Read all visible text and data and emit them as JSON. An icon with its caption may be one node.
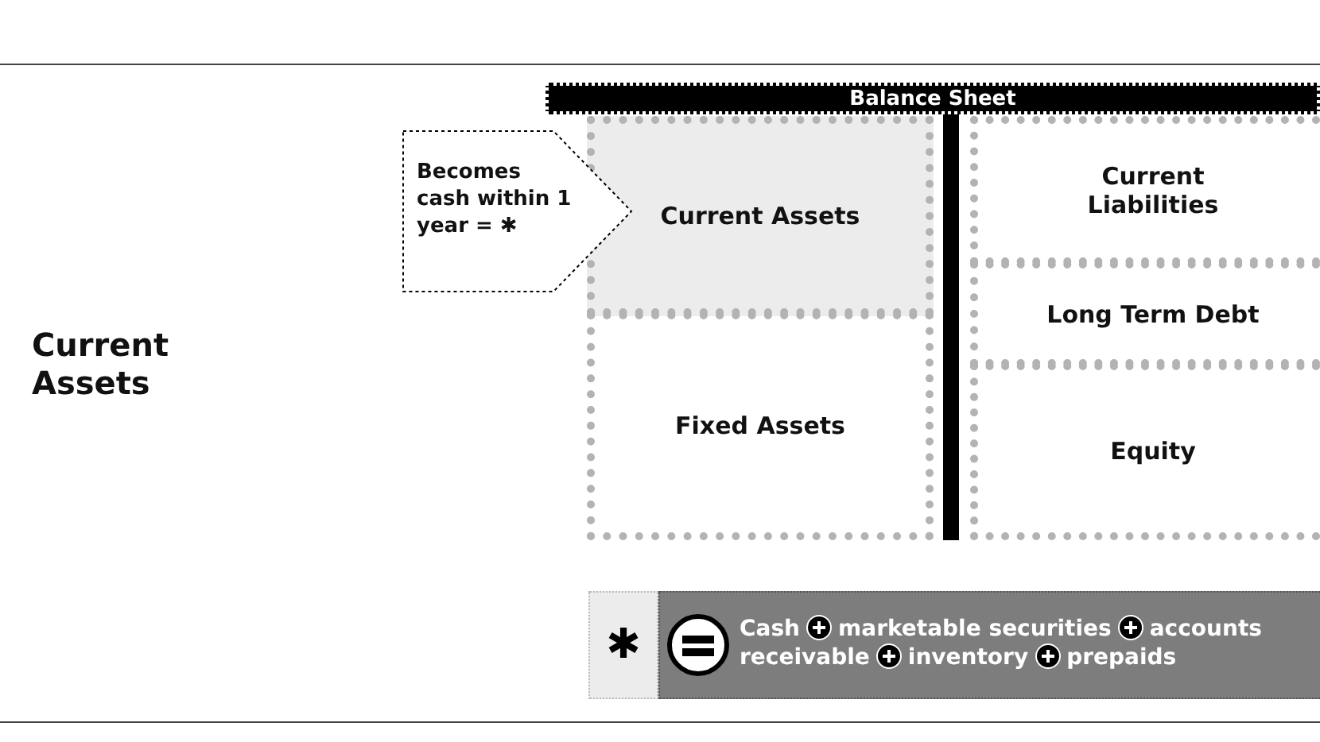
{
  "diagram": {
    "title": "Current Assets",
    "nodes": [
      {
        "text": [
          "Balance Sheet"
        ]
      },
      {
        "text": [
          "Current Assets"
        ]
      },
      {
        "text": [
          "Fixed Assets"
        ]
      },
      {
        "text": [
          "Current Liabilities"
        ]
      },
      {
        "text": [
          "Long Term Debt"
        ]
      },
      {
        "text": [
          "Equity"
        ]
      },
      {
        "text": [
          "Becomes cash within 1 year = ✱"
        ]
      },
      {
        "text": [
          "✱"
        ]
      },
      {
        "text": [
          "Cash",
          "marketable securities",
          "accounts receivable",
          "inventory",
          "prepaids"
        ]
      }
    ],
    "edges": []
  }
}
